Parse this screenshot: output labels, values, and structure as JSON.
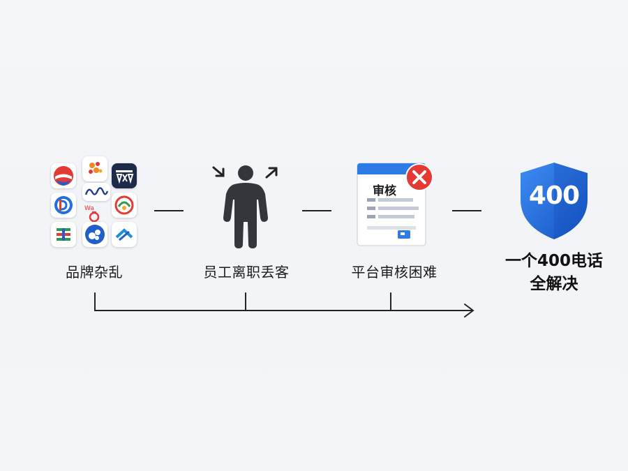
{
  "steps": [
    {
      "label": "品牌杂乱",
      "icon": "brand-logos-icon"
    },
    {
      "label": "员工离职丢客",
      "icon": "employee-leaving-icon"
    },
    {
      "label": "平台审核困难",
      "icon": "review-rejected-icon"
    }
  ],
  "review_card_title": "审核",
  "shield_text": "400",
  "result": {
    "line1": "一个400电话",
    "line2": "全解决"
  },
  "colors": {
    "shield_blue": "#1f6fe0",
    "reject_red": "#e53935",
    "person_dark": "#33363b",
    "line_dark": "#222222"
  }
}
